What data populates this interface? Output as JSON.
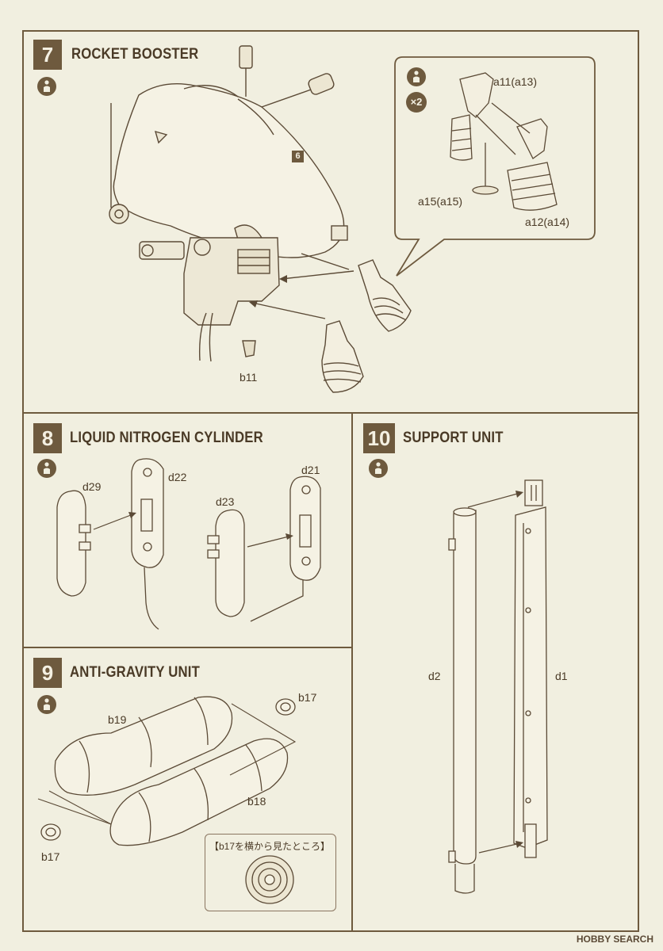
{
  "steps": {
    "s7": {
      "number": "7",
      "title": "ROCKET BOOSTER"
    },
    "s8": {
      "number": "8",
      "title": "LIQUID NITROGEN CYLINDER"
    },
    "s9": {
      "number": "9",
      "title": "ANTI-GRAVITY UNIT"
    },
    "s10": {
      "number": "10",
      "title": "SUPPORT UNIT"
    }
  },
  "step7": {
    "ref_badge": "6",
    "multiplier": "×2",
    "labels": {
      "a11": "a11(a13)",
      "a12": "a12(a14)",
      "a15": "a15(a15)",
      "b11": "b11"
    }
  },
  "step8": {
    "labels": {
      "d29": "d29",
      "d22": "d22",
      "d23": "d23",
      "d21": "d21"
    }
  },
  "step9": {
    "labels": {
      "b17_top": "b17",
      "b19": "b19",
      "b18": "b18",
      "b17_bottom": "b17"
    },
    "inset_title": "【b17を横から見たところ】"
  },
  "step10": {
    "labels": {
      "d2": "d2",
      "d1": "d1"
    }
  },
  "icons": {
    "cement": "glue-icon",
    "multiply": "times-two-icon"
  },
  "colors": {
    "ink": "#6e5a3e",
    "paper": "#f1efe0",
    "line": "#5b4a36"
  },
  "watermark": "HOBBY SEARCH"
}
